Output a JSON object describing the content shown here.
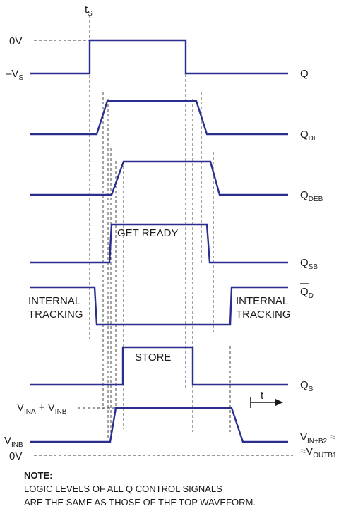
{
  "time_marker": {
    "main": "t",
    "sub": "S"
  },
  "levels": {
    "zero_v": "0V",
    "neg_vs": {
      "main": "–V",
      "sub": "S"
    },
    "vina_vinb": {
      "p1": "V",
      "s1": "INA",
      "p2": " + V",
      "s2": "INB"
    },
    "vinb": {
      "main": "V",
      "sub": "INB"
    },
    "zero_v_bottom": "0V"
  },
  "signals": [
    {
      "id": "q",
      "main": "Q",
      "sub": ""
    },
    {
      "id": "qde",
      "main": "Q",
      "sub": "DE"
    },
    {
      "id": "qdeb",
      "main": "Q",
      "sub": "DEB"
    },
    {
      "id": "qsb",
      "main": "Q",
      "sub": "SB"
    },
    {
      "id": "qd",
      "main": "Q",
      "sub": "D",
      "overbar": true
    },
    {
      "id": "qs",
      "main": "Q",
      "sub": "S"
    }
  ],
  "annotations": {
    "get_ready": "GET READY",
    "store": "STORE",
    "internal_left": [
      "INTERNAL",
      "TRACKING"
    ],
    "internal_right": [
      "INTERNAL",
      "TRACKING"
    ],
    "time_arrow": "t"
  },
  "output_label": {
    "line1": {
      "main": "V",
      "sub": "IN+B2",
      "suffix": " ≈"
    },
    "line2": {
      "prefix": "≈V",
      "sub": "OUTB1"
    }
  },
  "note": {
    "heading": "NOTE:",
    "lines": [
      "LOGIC LEVELS OF ALL Q CONTROL SIGNALS",
      "ARE THE SAME AS THOSE OF THE TOP WAVEFORM."
    ]
  },
  "colors": {
    "waveform": "#2a2f8f",
    "guide": "#333333",
    "text": "#1a1a1a"
  }
}
